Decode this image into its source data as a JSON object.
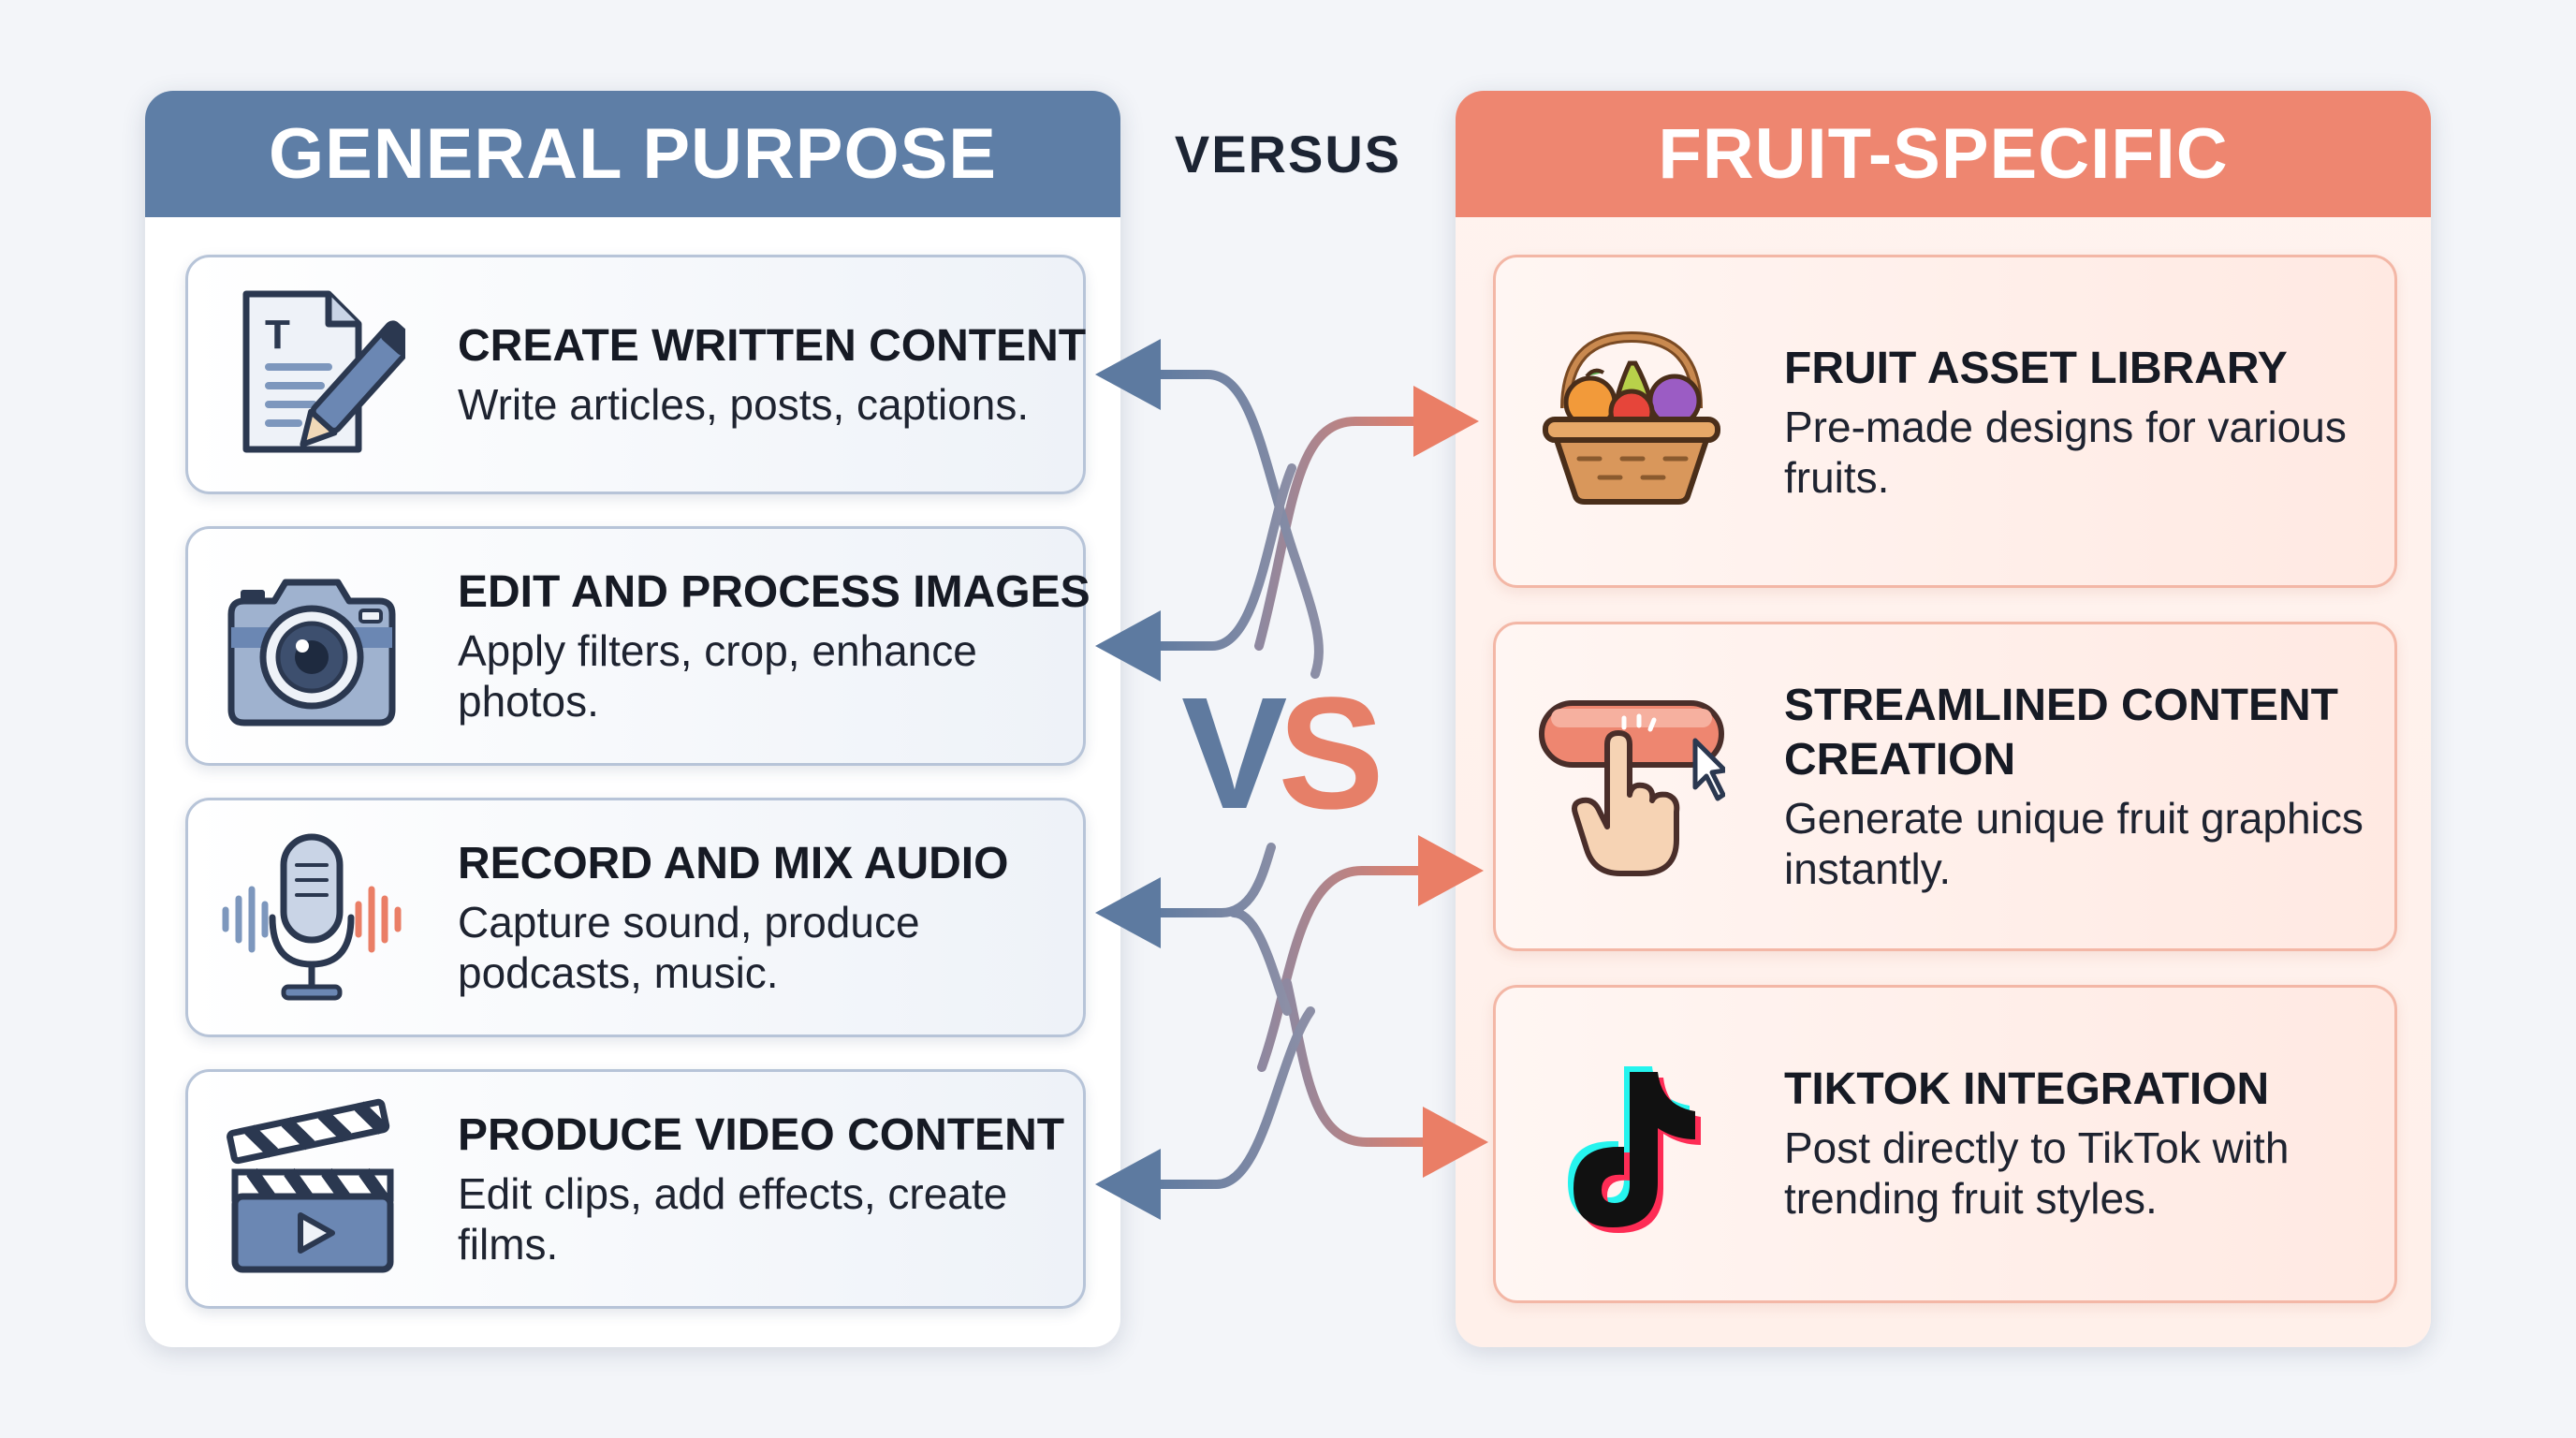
{
  "header": {
    "left_title": "GENERAL PURPOSE",
    "versus_label": "VERSUS",
    "right_title": "FRUIT-SPECIFIC"
  },
  "vs_mark": {
    "v": "V",
    "s": "S"
  },
  "general_purpose": [
    {
      "title": "CREATE WRITTEN CONTENT",
      "description": "Write articles, posts, captions.",
      "icon": "document-pencil-icon"
    },
    {
      "title": "EDIT AND PROCESS IMAGES",
      "description": "Apply filters, crop, enhance photos.",
      "icon": "camera-icon"
    },
    {
      "title": "RECORD AND MIX AUDIO",
      "description": "Capture sound, produce podcasts, music.",
      "icon": "microphone-icon"
    },
    {
      "title": "PRODUCE VIDEO CONTENT",
      "description": "Edit clips, add effects, create films.",
      "icon": "clapperboard-icon"
    }
  ],
  "fruit_specific": [
    {
      "title": "FRUIT ASSET LIBRARY",
      "description": "Pre-made designs for various fruits.",
      "icon": "fruit-basket-icon"
    },
    {
      "title": "STREAMLINED CONTENT CREATION",
      "description": "Generate unique fruit graphics instantly.",
      "icon": "click-button-icon"
    },
    {
      "title": "TIKTOK INTEGRATION",
      "description": "Post directly to TikTok with trending fruit styles.",
      "icon": "tiktok-icon"
    }
  ],
  "colors": {
    "general_accent": "#5e7ea6",
    "fruit_accent": "#ee8670",
    "background": "#f3f5f9"
  }
}
